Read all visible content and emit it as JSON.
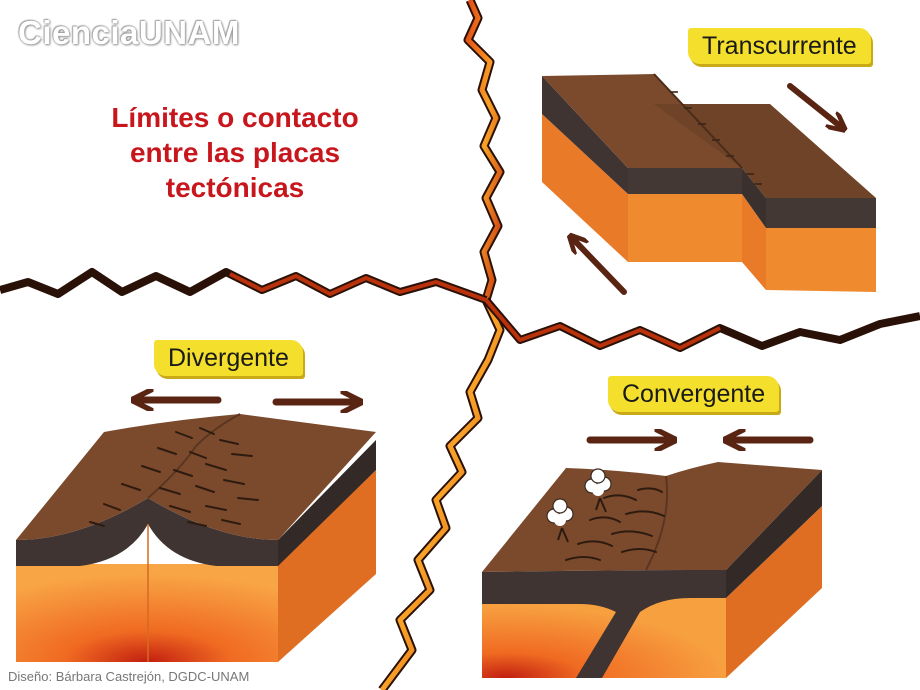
{
  "brand": {
    "logo_text": "CienciaUNAM"
  },
  "title_lines": [
    "Límites o contacto",
    "entre las placas",
    "tectónicas"
  ],
  "labels": {
    "transform": "Transcurrente",
    "divergent": "Divergente",
    "convergent": "Convergente"
  },
  "credit": "Diseño: Bárbara Castrejón, DGDC-UNAM",
  "colors": {
    "crust_top": "#7b4a2c",
    "crust_top_dark": "#5e3a22",
    "crust_side": "#3f3431",
    "mantle": "#f08a2e",
    "mantle_light": "#f8a545",
    "arrow": "#5a2412",
    "title": "#c8161d",
    "label_bg": "#f3df2c",
    "lava_dark": "#2a1108",
    "lava_mid": "#b9320c",
    "lava_bright": "#f9a227"
  }
}
